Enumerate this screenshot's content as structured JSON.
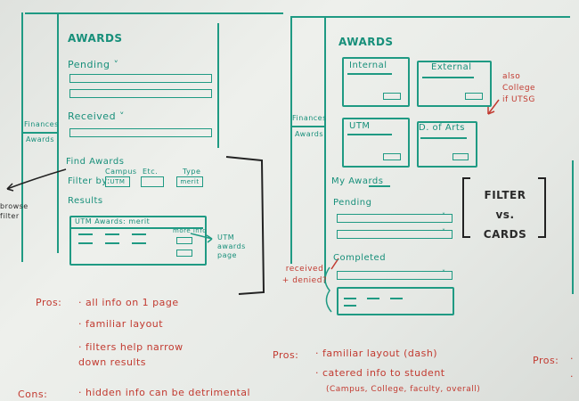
{
  "left_sketch": {
    "nav_items": [
      "Finances",
      "Awards"
    ],
    "title": "AWARDS",
    "pending_label": "Pending",
    "received_label": "Received",
    "find_awards_label": "Find Awards",
    "filter_by_label": "Filter by:",
    "filter_columns": [
      "Campus",
      "Etc.",
      "Type"
    ],
    "filter_values": [
      "UTM",
      "",
      "merit"
    ],
    "results_label": "Results",
    "result_card_title": "UTM Awards: merit",
    "more_info_label": "more info",
    "utm_awards_page_note": "UTM awards page",
    "browse_note": "browse filter",
    "pros_label": "Pros:",
    "pros": [
      "all info on 1 page",
      "familiar layout",
      "filters help narrow down results"
    ],
    "cons_label": "Cons:",
    "cons": [
      "hidden info can be detrimental"
    ]
  },
  "right_sketch": {
    "nav_items": [
      "Finances",
      "Awards"
    ],
    "title": "AWARDS",
    "cards": [
      "Internal",
      "External",
      "UTM",
      "D. of Arts"
    ],
    "side_note": "also College if UTSG",
    "my_awards_label": "My Awards",
    "pending_label": "Pending",
    "completed_label": "Completed",
    "received_note": "received + denied?",
    "filter_note": "FILTER vs. CARDS",
    "pros_label": "Pros:",
    "pros": [
      "familiar layout (dash)",
      "catered info to student",
      "(Campus, College, faculty, overall)"
    ]
  },
  "third_sketch": {
    "pros_label": "Pros:"
  }
}
